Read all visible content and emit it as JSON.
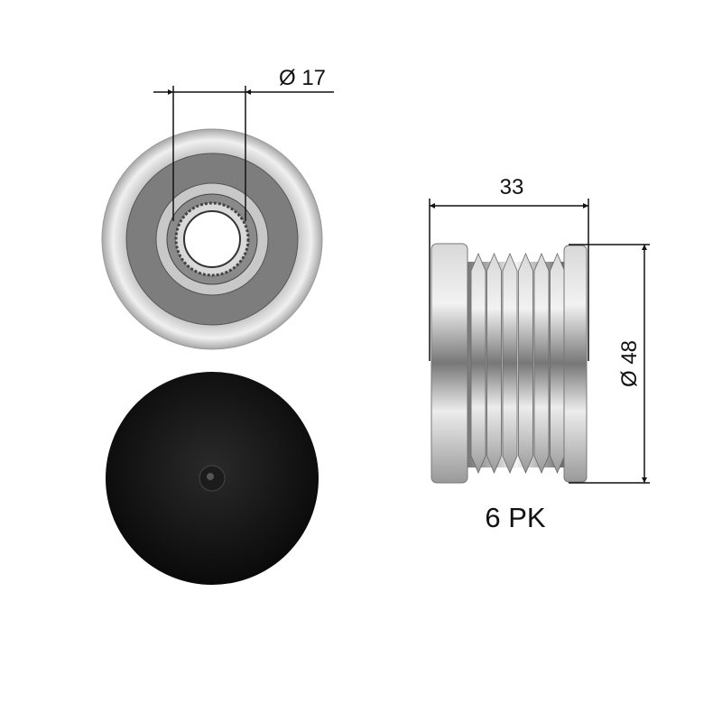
{
  "labels": {
    "bore_diameter": "Ø 17",
    "width": "33",
    "outer_diameter": "Ø 48",
    "belt_profile": "6 PK"
  },
  "colors": {
    "line": "#111111",
    "metal": "#b8b8b8",
    "cap": "#111111"
  }
}
